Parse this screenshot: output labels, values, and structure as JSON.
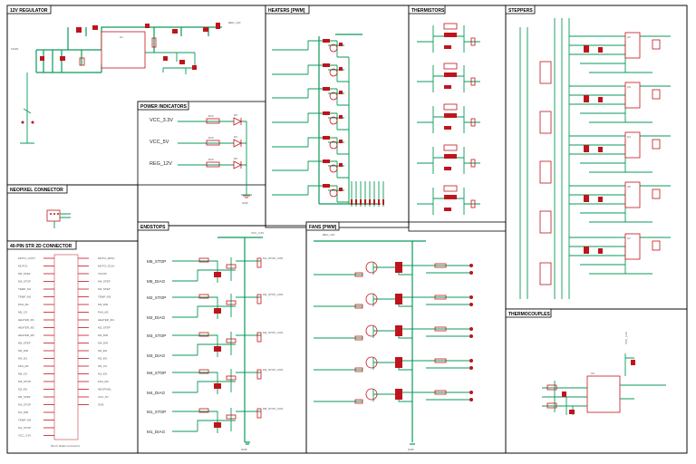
{
  "sections": {
    "regulator": "12V REGULATOR",
    "heaters": "HEATERS [PWM]",
    "thermistors": "THERMISTORS",
    "steppers": "STEPPERS",
    "power_indicators": "POWER INDICATORS",
    "neopixel": "NEOPIXEL CONNECTOR",
    "connector40": "40-PIN STR 2D CONNECTOR",
    "endstops": "ENDSTOPS",
    "fans": "FANS [PWM]",
    "thermocouples": "THERMOCOUPLES"
  },
  "power_indicators": {
    "rows": [
      {
        "net": "VCC_3.3V",
        "resistor": "R13",
        "led": "D3"
      },
      {
        "net": "VCC_5V",
        "resistor": "R15",
        "led": "D4"
      },
      {
        "net": "REG_12V",
        "resistor": "R16",
        "led": "D5"
      }
    ],
    "gnd": "GND"
  },
  "regulator": {
    "ic": "U1",
    "out_net": "REG_12V",
    "in_net": "12VIN"
  },
  "endstops": {
    "supply": "VCC_3.3V",
    "labels": [
      "M5_STOP",
      "M5_DIAG",
      "M2_STOP",
      "M2_DIAG",
      "M3_STOP",
      "M3_DIAG",
      "M4_STOP",
      "M4_DIAG",
      "M1_STOP",
      "M1_DIAG"
    ],
    "conns": [
      "M1_STOP_CON",
      "M2_STOP_CON",
      "M3_STOP_CON",
      "M4_STOP_CON",
      "M5_STOP_CON"
    ],
    "gnd": "GND"
  },
  "fans": {
    "supply": "REG_12V",
    "gnd": "GND"
  },
  "connector40": {
    "caption": "(Don't obtain connector)",
    "left": [
      "MOTO_VOUT",
      "MUTO1",
      "M5_STEP",
      "M3_STOP",
      "TEMP_M1",
      "TEMP_M2",
      "PAN_M1",
      "M5_CS",
      "HEATER_M1",
      "HEATER_M2",
      "HEATER_M3",
      "M5_STEP",
      "M2_DIR",
      "M3_M1",
      "FAN_M1",
      "M5_CS",
      "M3_STOP",
      "M2_EN",
      "M5_STEP",
      "M1_STOP",
      "M1_DIR",
      "TEMP_M3",
      "M1_STOP",
      "VCC_3.3V"
    ],
    "right": [
      "MOTO_MISO",
      "MOTO_SCLK",
      "VCC5V",
      "M4_STEP",
      "M4_STEP",
      "TEMP_M3",
      "M3_DIR",
      "FAN_M2",
      "HEATER_M4",
      "M2_STEP",
      "M2_DIR",
      "M4_DIR",
      "M2_EN",
      "M3_EN",
      "M2_CS",
      "M1_EN",
      "FAN_M3",
      "NEOPIXEL",
      "VCC_5V",
      "GND"
    ]
  },
  "thermocouples": {
    "ic": "U6",
    "supply": "VCC_3.3V"
  },
  "steppers": {
    "drivers": [
      "U2",
      "U3",
      "U4",
      "U5",
      "U7"
    ]
  }
}
